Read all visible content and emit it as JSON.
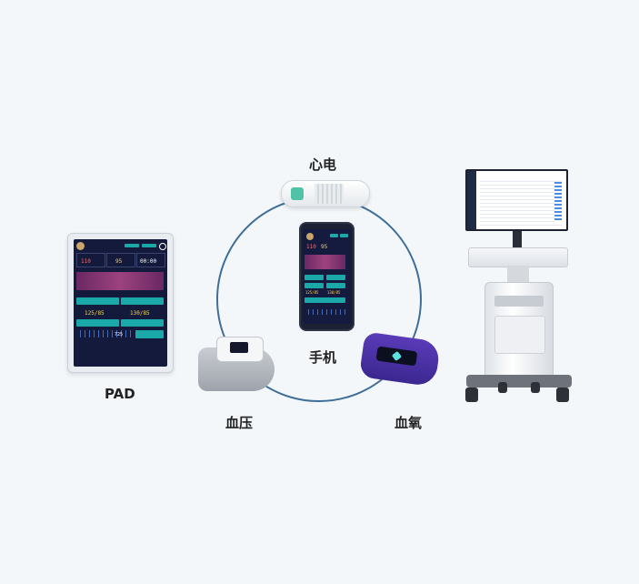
{
  "labels": {
    "ecg": "心电",
    "phone": "手机",
    "pad": "PAD",
    "bp": "血压",
    "spo2": "血氧"
  },
  "tablet_screen": {
    "hr": "110",
    "spo2": "95",
    "time": "00:00",
    "bp1": "125/85",
    "bp2": "130/85",
    "steps": "725"
  },
  "phone_screen": {
    "hr": "110",
    "spo2": "95",
    "bp1": "125/85",
    "bp2": "130/85"
  },
  "colors": {
    "ring": "#3e6e98",
    "screen_bg": "#131a3c",
    "teal": "#1ba8a8",
    "oximeter": "#4a30a4"
  }
}
